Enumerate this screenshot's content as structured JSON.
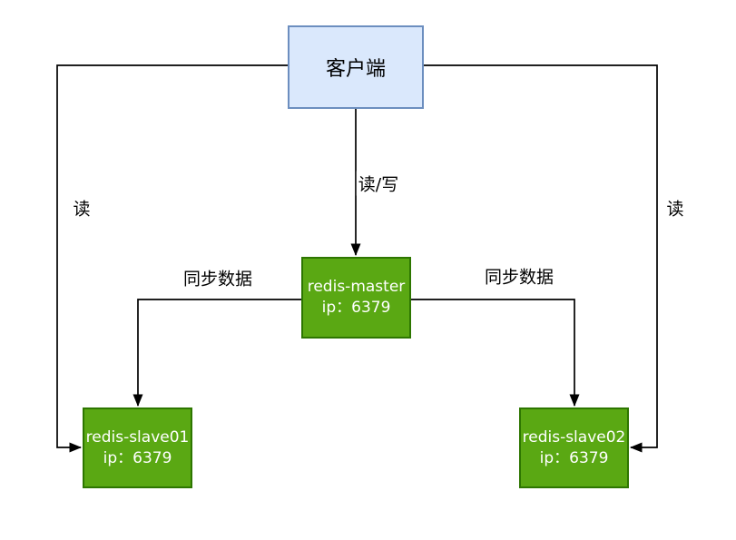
{
  "diagram": {
    "description": "redis master-slave replication topology",
    "colors": {
      "client_fill": "#dae8fc",
      "client_border": "#6c8ebf",
      "server_fill": "#5aa813",
      "server_border": "#2d7600",
      "connector": "#000000",
      "edge_label_text": "#000000",
      "server_text": "#ffffff",
      "background": "#ffffff"
    },
    "nodes": {
      "client": {
        "label": "客户端"
      },
      "master": {
        "name": "redis-master",
        "ip": "ip：6379"
      },
      "slave01": {
        "name": "redis-slave01",
        "ip": "ip：6379"
      },
      "slave02": {
        "name": "redis-slave02",
        "ip": "ip：6379"
      }
    },
    "edges": {
      "client_to_master": {
        "label": "读/写",
        "from": "client",
        "to": "master"
      },
      "master_to_slave01": {
        "label": "同步数据",
        "from": "master",
        "to": "slave01"
      },
      "master_to_slave02": {
        "label": "同步数据",
        "from": "master",
        "to": "slave02"
      },
      "client_to_slave01": {
        "label": "读",
        "from": "client",
        "to": "slave01"
      },
      "client_to_slave02": {
        "label": "读",
        "from": "client",
        "to": "slave02"
      }
    }
  }
}
